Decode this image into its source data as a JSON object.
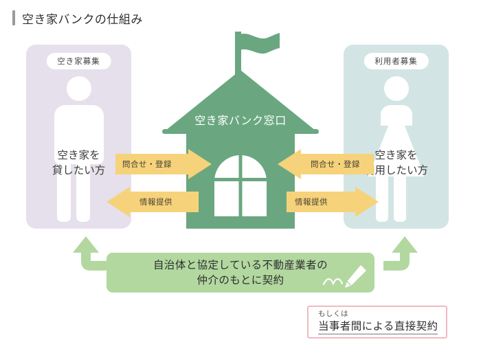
{
  "title": "空き家バンクの仕組み",
  "panels": {
    "lender": {
      "badge": "空き家募集",
      "caption_line1": "空き家を",
      "caption_line2": "貸したい方",
      "bg_color": "#e5e0eb",
      "icon": "male-person-icon"
    },
    "user": {
      "badge": "利用者募集",
      "caption_line1": "空き家を",
      "caption_line2": "利用したい方",
      "bg_color": "#d3e4e4",
      "icon": "female-person-icon"
    }
  },
  "house": {
    "label": "空き家バンク窓口",
    "color": "#6aa780",
    "flag": "flag-icon",
    "window": "arched-window-icon"
  },
  "arrows": {
    "color": "#f6d37a",
    "left_top": {
      "label": "問合せ・登録",
      "direction": "right"
    },
    "left_bottom": {
      "label": "情報提供",
      "direction": "left"
    },
    "right_top": {
      "label": "問合せ・登録",
      "direction": "left"
    },
    "right_bottom": {
      "label": "情報提供",
      "direction": "right"
    }
  },
  "banner": {
    "line1": "自治体と協定している不動産業者の",
    "line2": "仲介のもとに契約",
    "color": "#b2d8a0",
    "icon": "pencil-signature-icon"
  },
  "direct_contract": {
    "prefix": "もしくは",
    "label": "当事者間による直接契約",
    "border_color": "#f0b9c2"
  }
}
